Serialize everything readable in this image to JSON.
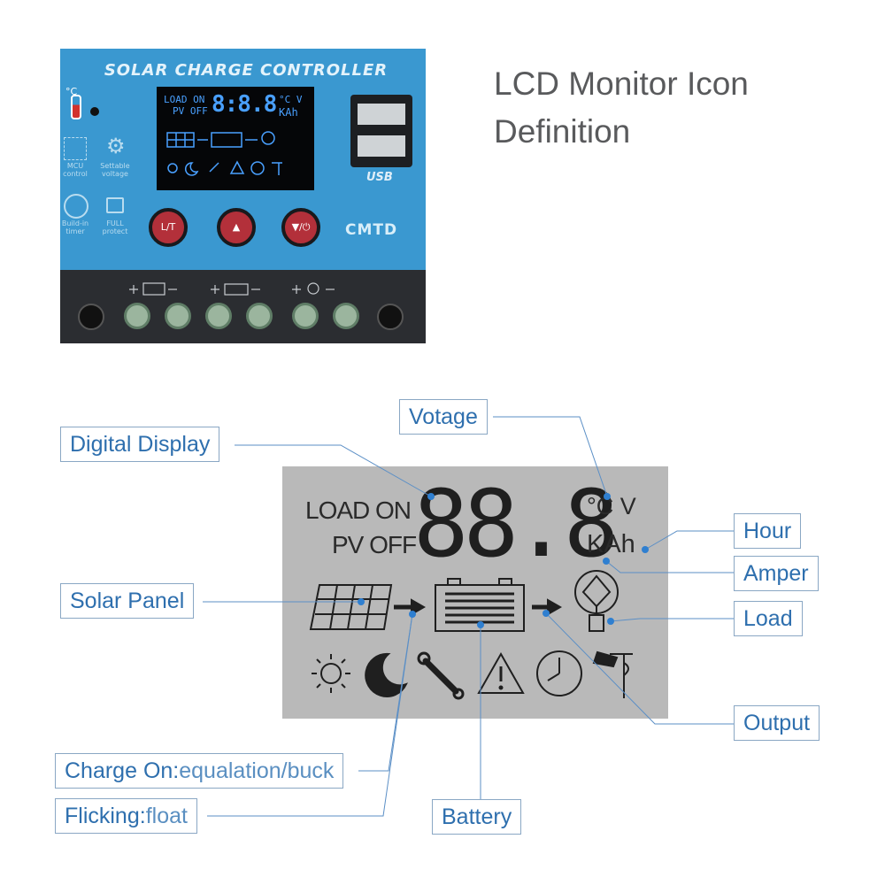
{
  "title": {
    "line1": "LCD Monitor Icon",
    "line2": "Definition"
  },
  "device": {
    "brand": "SOLAR CHARGE CONTROLLER",
    "model": "CMTD",
    "temp_unit": "°C",
    "mcu_label_1": "MCU",
    "mcu_label_2": "control",
    "voltage_label_1": "Settable",
    "voltage_label_2": "voltage",
    "timer_label_1": "Build-in",
    "timer_label_2": "timer",
    "protect_label_1": "FULL",
    "protect_label_2": "protect",
    "usb_label": "USB",
    "lcd_load_on": "LOAD ON",
    "lcd_pv_off": "PV OFF",
    "lcd_digits": "8:8.8",
    "lcd_units_top": "°C V",
    "lcd_units_bottom": "KAh",
    "button_left": "L/T",
    "button_mid": "▲",
    "button_right": "▼/⏻"
  },
  "lcd": {
    "load_on": "LOAD ON",
    "pv_off": "PV OFF",
    "digits": "88.8",
    "units_top": "°C V",
    "units_bottom": "KAh"
  },
  "labels": {
    "votage": "Votage",
    "digital_display": "Digital Display",
    "hour": "Hour",
    "amper": "Amper",
    "load": "Load",
    "solar_panel": "Solar Panel",
    "output": "Output",
    "charge_on_main": "Charge On:",
    "charge_on_sub": "equalation/buck",
    "flicking_main": "Flicking:",
    "flicking_sub": "float",
    "battery": "Battery"
  },
  "colors": {
    "callout_text": "#2e6fae",
    "callout_line": "#5b8fc6",
    "dot": "#2f7fd0",
    "lcd_background": "#b9b9b9",
    "device_blue": "#3a98d0"
  }
}
